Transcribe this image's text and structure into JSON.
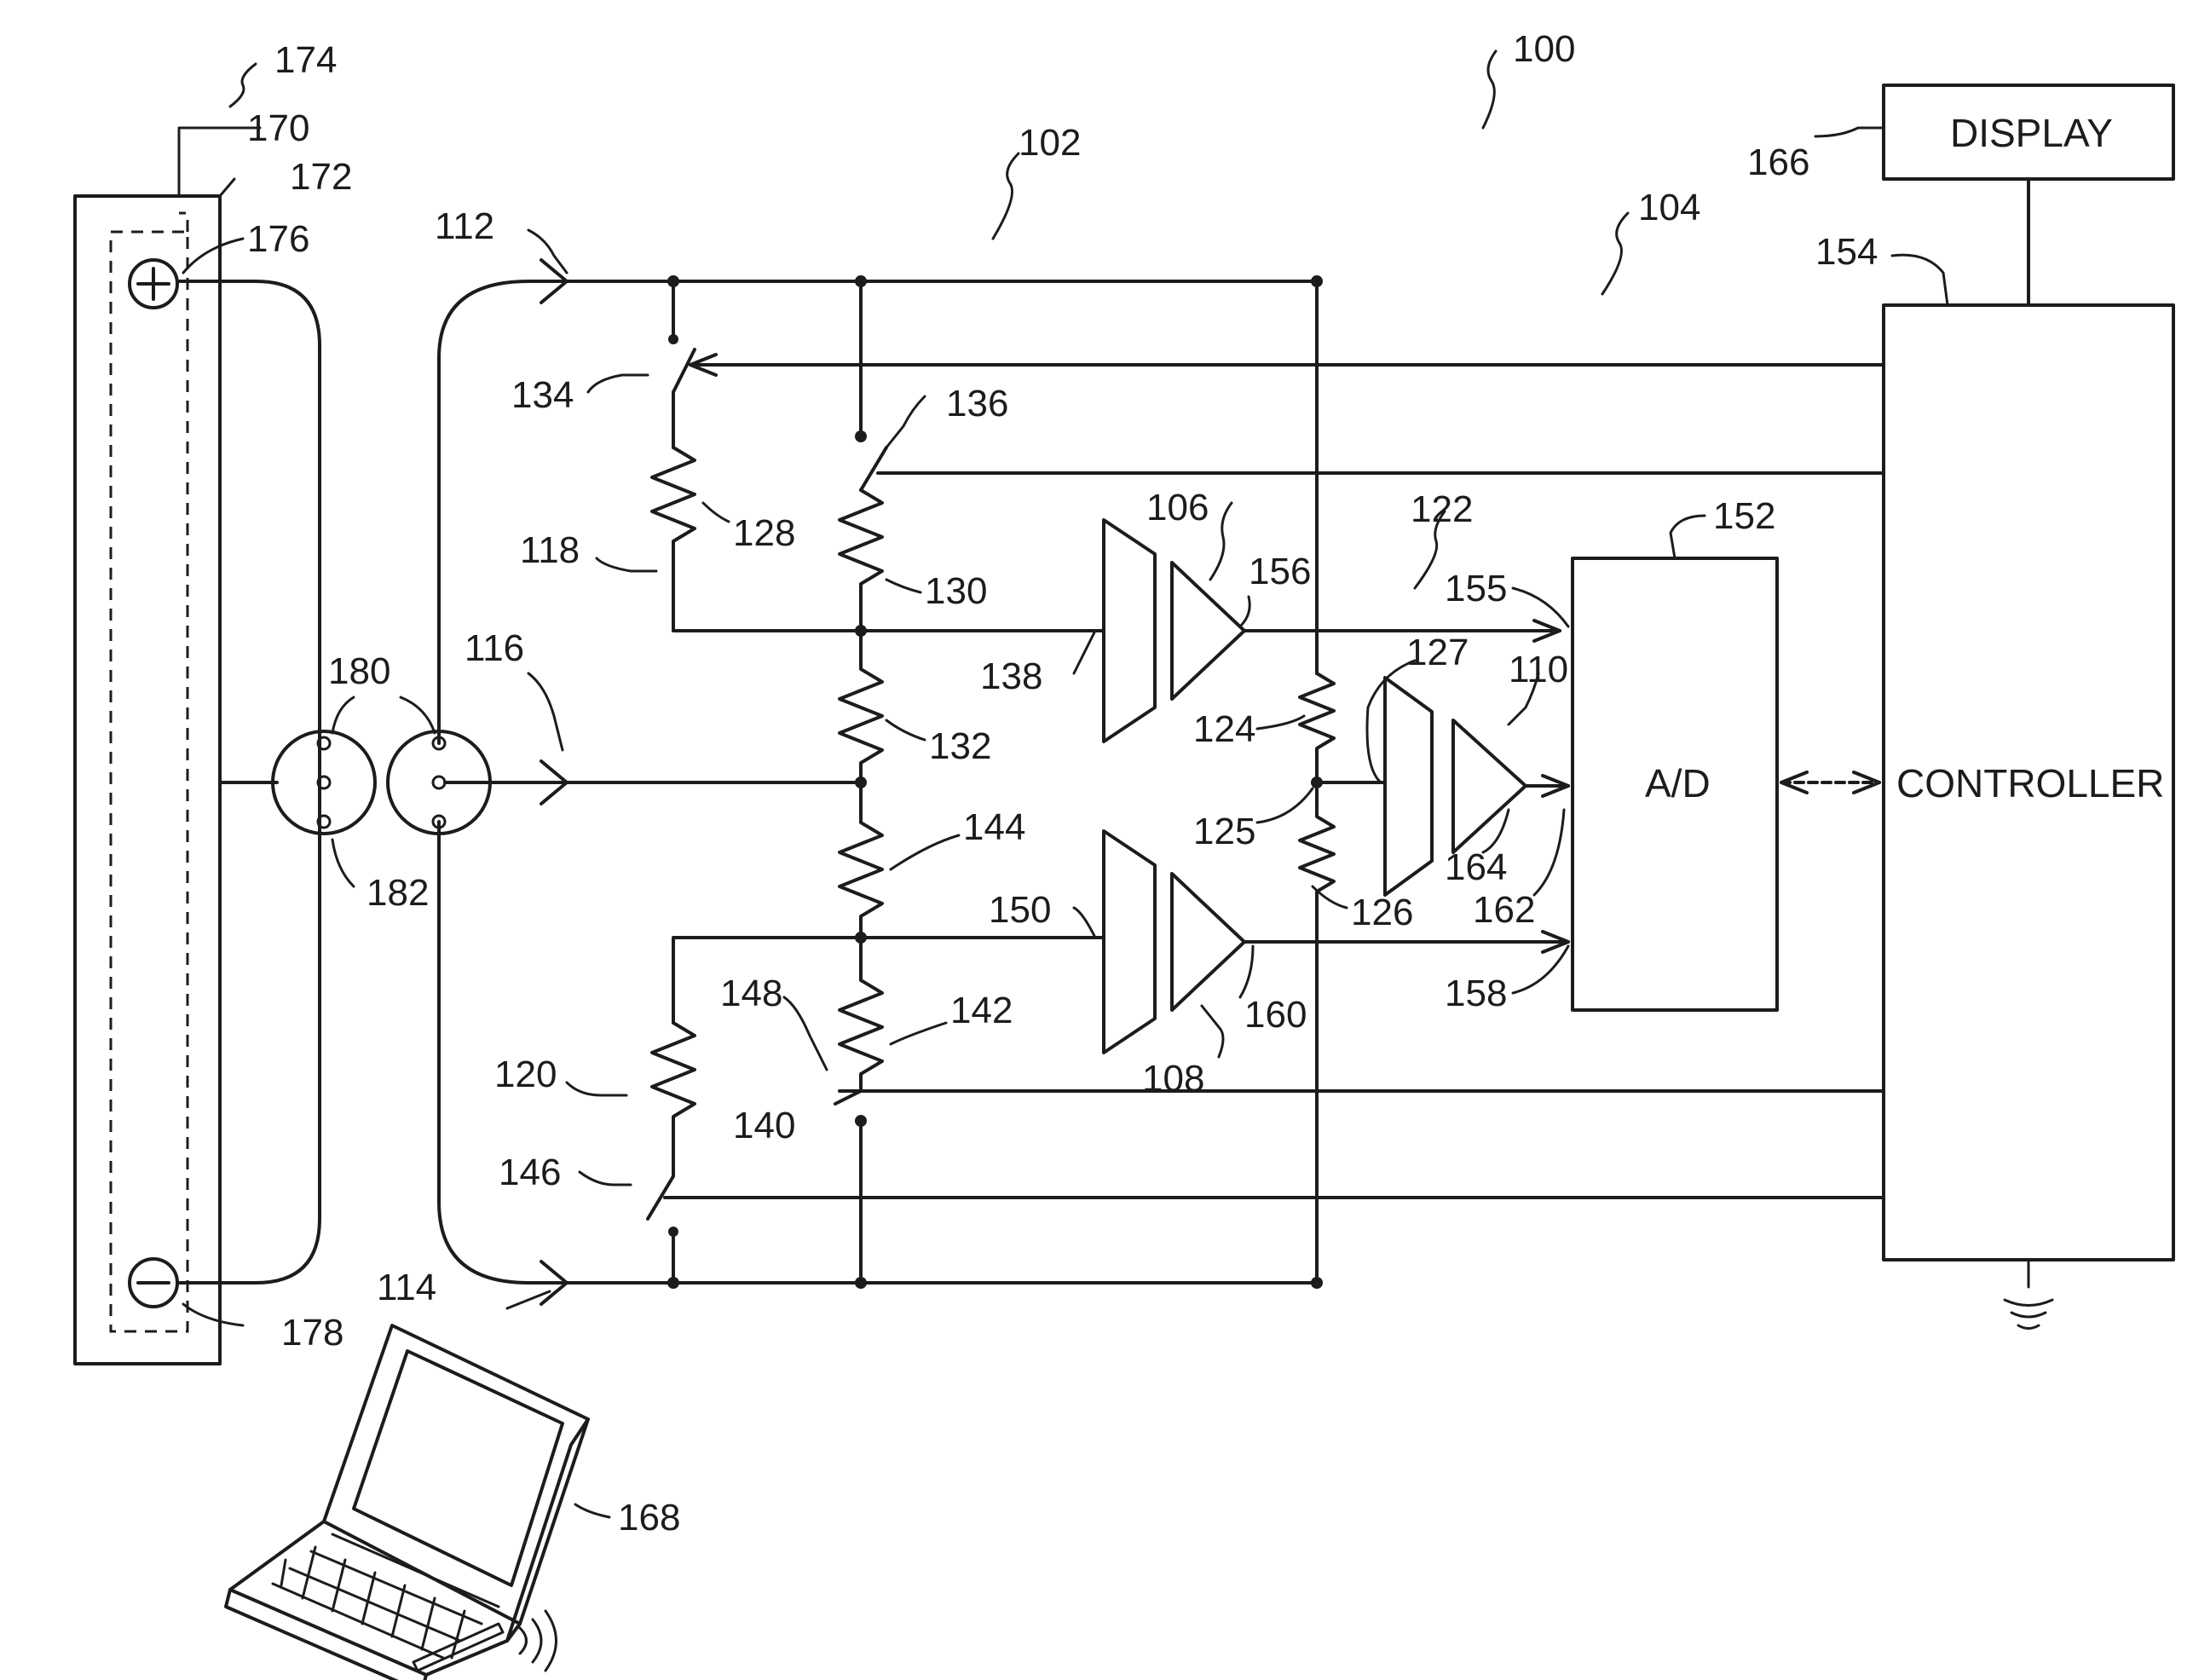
{
  "blocks": {
    "display": "DISPLAY",
    "controller": "CONTROLLER",
    "adc": "A/D"
  },
  "refs": {
    "r100": "100",
    "r102": "102",
    "r104": "104",
    "r106": "106",
    "r108": "108",
    "r110": "110",
    "r112": "112",
    "r114": "114",
    "r116": "116",
    "r118": "118",
    "r120": "120",
    "r122": "122",
    "r124": "124",
    "r125": "125",
    "r126": "126",
    "r127": "127",
    "r128": "128",
    "r130": "130",
    "r132": "132",
    "r134": "134",
    "r136": "136",
    "r138": "138",
    "r140": "140",
    "r142": "142",
    "r144": "144",
    "r146": "146",
    "r148": "148",
    "r150": "150",
    "r152": "152",
    "r154": "154",
    "r155": "155",
    "r156": "156",
    "r158": "158",
    "r160": "160",
    "r162": "162",
    "r164": "164",
    "r166": "166",
    "r168": "168",
    "r170": "170",
    "r172": "172",
    "r174": "174",
    "r176": "176",
    "r178": "178",
    "r180": "180",
    "r182": "182"
  }
}
